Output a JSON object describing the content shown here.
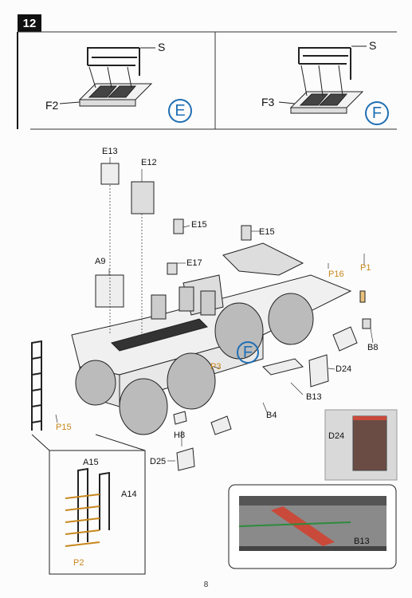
{
  "step": {
    "number": "12"
  },
  "top_left": {
    "part_label": "F2",
    "rail_label": "S",
    "version": "E"
  },
  "top_right": {
    "part_label": "F3",
    "rail_label": "S",
    "version": "F"
  },
  "main": {
    "labels": {
      "e13": "E13",
      "e12": "E12",
      "e15_a": "E15",
      "e15_b": "E15",
      "e17": "E17",
      "a9": "A9",
      "p16": "P16",
      "p1": "P1",
      "b8": "B8",
      "d24": "D24",
      "b13": "B13",
      "b4": "B4",
      "p3": "P3",
      "p15": "P15",
      "h8": "H8",
      "d25": "D25"
    },
    "version": "F"
  },
  "inset_ladder": {
    "a15": "A15",
    "a14": "A14",
    "p2": "P2"
  },
  "inset_d24": {
    "label": "D24"
  },
  "inset_b13": {
    "label": "B13"
  },
  "colors": {
    "accent_blue": "#1f6fb4",
    "pe_orange": "#c8871e",
    "photo_red": "#c94a3a"
  },
  "footer": {
    "page_number": "8"
  }
}
